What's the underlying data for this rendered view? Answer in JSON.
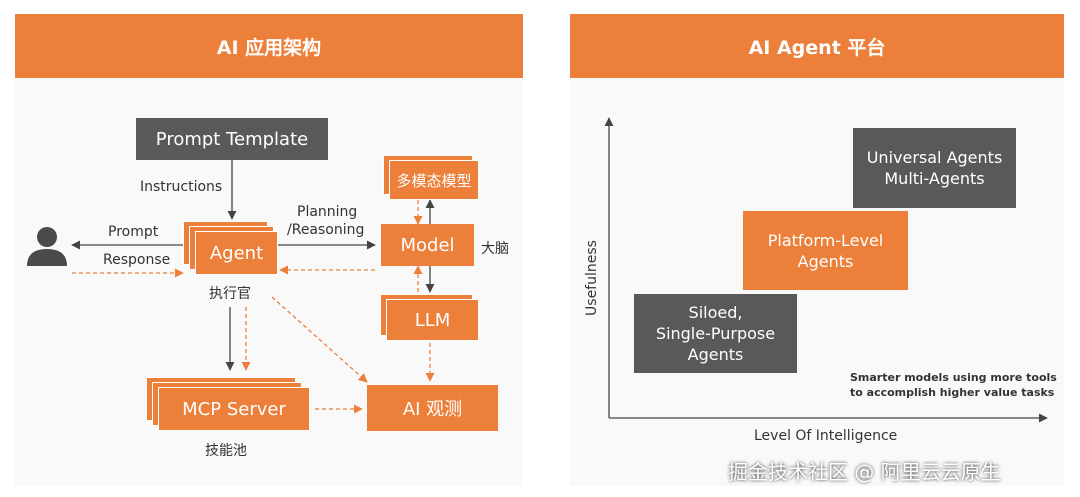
{
  "left_panel": {
    "title": "AI 应用架构",
    "prompt_template": "Prompt Template",
    "instructions": "Instructions",
    "prompt_label": "Prompt",
    "response_label": "Response",
    "agent": "Agent",
    "agent_role": "执行官",
    "planning": "Planning",
    "reasoning": "/Reasoning",
    "multimodal": "多模态模型",
    "model": "Model",
    "model_role": "大脑",
    "llm": "LLM",
    "mcp_server": "MCP Server",
    "mcp_role": "技能池",
    "ai_observe": "AI 观测"
  },
  "right_panel": {
    "title": "AI Agent 平台",
    "y_axis_label": "Usefulness",
    "x_axis_label": "Level Of Intelligence",
    "box1": [
      "Siloed,",
      "Single-Purpose",
      "Agents"
    ],
    "box2": [
      "Platform-Level",
      "Agents"
    ],
    "box3": [
      "Universal Agents",
      "Multi-Agents"
    ],
    "note": [
      "Smarter models using more tools",
      "to accomplish higher value tasks"
    ]
  },
  "watermark": "掘金技术社区 @ 阿里云云原生",
  "colors": {
    "accent": "#ec7f3a",
    "dark_box": "#595959",
    "panel_bg": "#f9f9f9"
  },
  "icons": {
    "user": "person-silhouette-icon"
  }
}
